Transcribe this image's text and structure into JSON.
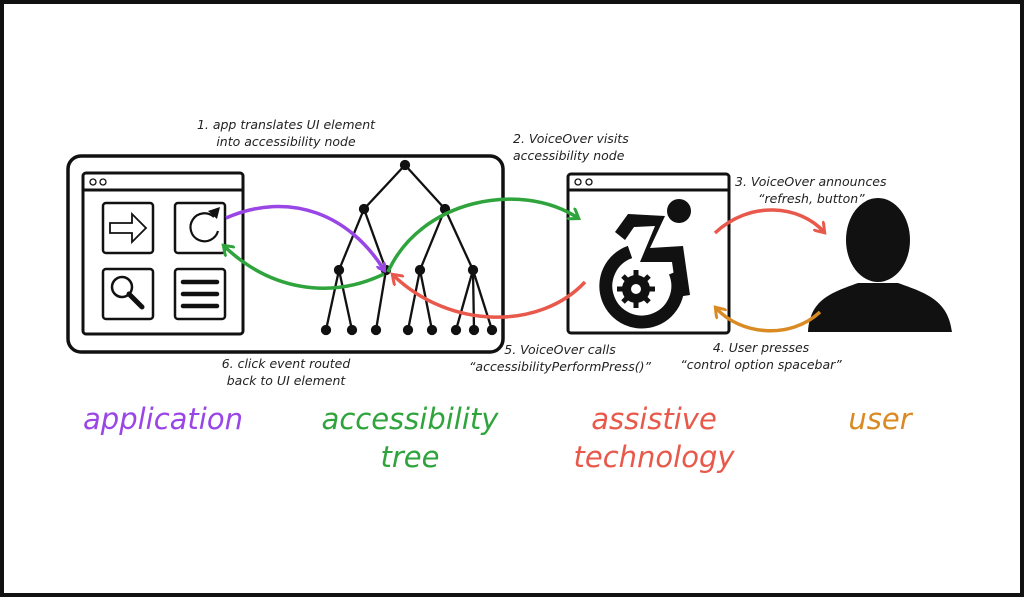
{
  "steps": {
    "s1": [
      "1. app translates UI element",
      "into accessibility node"
    ],
    "s2": [
      "2. VoiceOver visits",
      "accessibility node"
    ],
    "s3": [
      "3. VoiceOver announces",
      "“refresh, button”"
    ],
    "s4": [
      "4. User presses",
      "“control option spacebar”"
    ],
    "s5": [
      "5. VoiceOver calls",
      "“accessibilityPerformPress()”"
    ],
    "s6": [
      "6. click event routed",
      "back to UI element"
    ]
  },
  "labels": {
    "application": "application",
    "tree": [
      "accessibility",
      "tree"
    ],
    "at": [
      "assistive",
      "technology"
    ],
    "user": "user"
  },
  "colors": {
    "application": "#9a45e6",
    "tree": "#2fa43c",
    "at": "#e8594b",
    "user": "#d98a22"
  }
}
